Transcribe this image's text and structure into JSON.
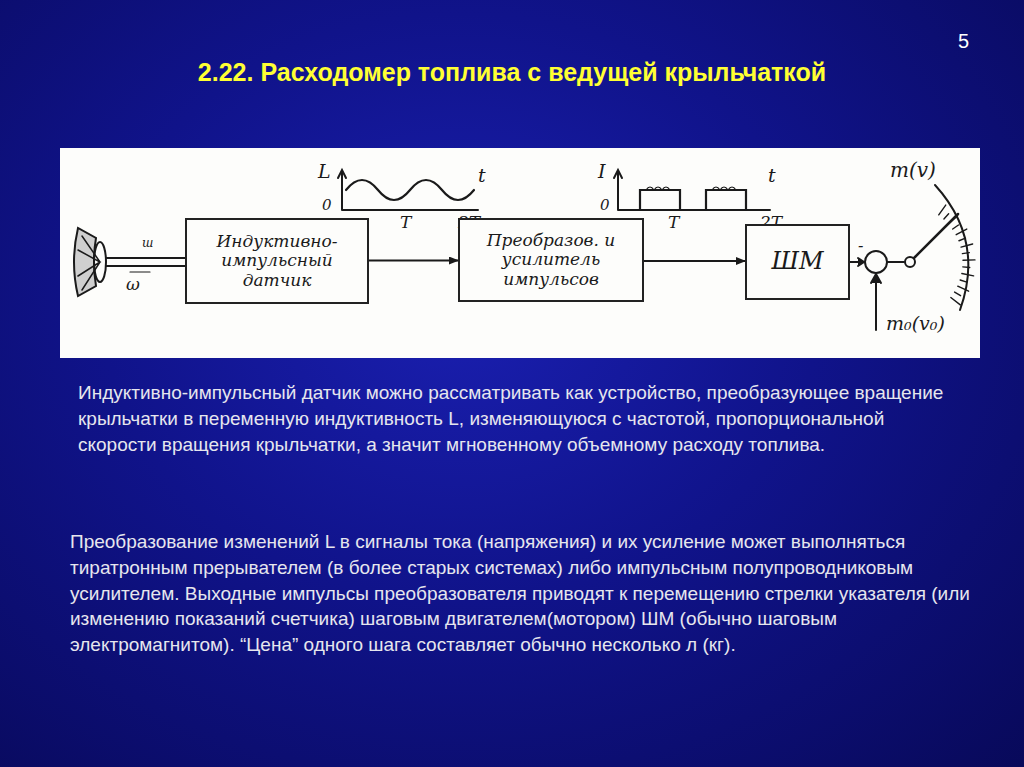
{
  "diagram": {
    "title": "2.22. Расходомер топлива с ведущей крыльчаткой",
    "nodes": [
      {
        "text": [
          "Индуктивно-импульсный датчик"
        ]
      },
      {
        "text": [
          "Преобразов. и усилитель импульсов"
        ]
      },
      {
        "text": [
          "ШМ"
        ]
      }
    ],
    "edges": [
      {
        "from": 0,
        "to": 1,
        "arrow": "to"
      },
      {
        "from": 1,
        "to": 2,
        "arrow": "to"
      }
    ],
    "labels": [
      "5",
      "L",
      "0",
      "t",
      "T",
      "2T",
      "I",
      "0",
      "t",
      "T",
      "2T",
      "ш",
      "ω",
      "m(v)",
      "m₀(v₀)",
      "-",
      "Индуктивно-импульсный датчик можно рассматривать как устройство, преобразующее вращение крыльчатки в переменную индуктивность L, изменяющуюся с частотой, пропорциональной скорости вращения крыльчатки, а значит мгновенному объемному расходу топлива.",
      "Преобразование изменений L в сигналы тока (напряжения) и их усиление может выполняться тиратронным прерывателем (в более старых системах) либо импульсным полупроводниковым усилителем. Выходные импульсы преобразователя приводят к перемещению стрелки указателя (или изменению показаний счетчика) шаговым двигателем(мотором) ШМ (обычно шаговым электромагнитом). “Цена” одного шага составляет обычно несколько л (кг)."
    ]
  }
}
